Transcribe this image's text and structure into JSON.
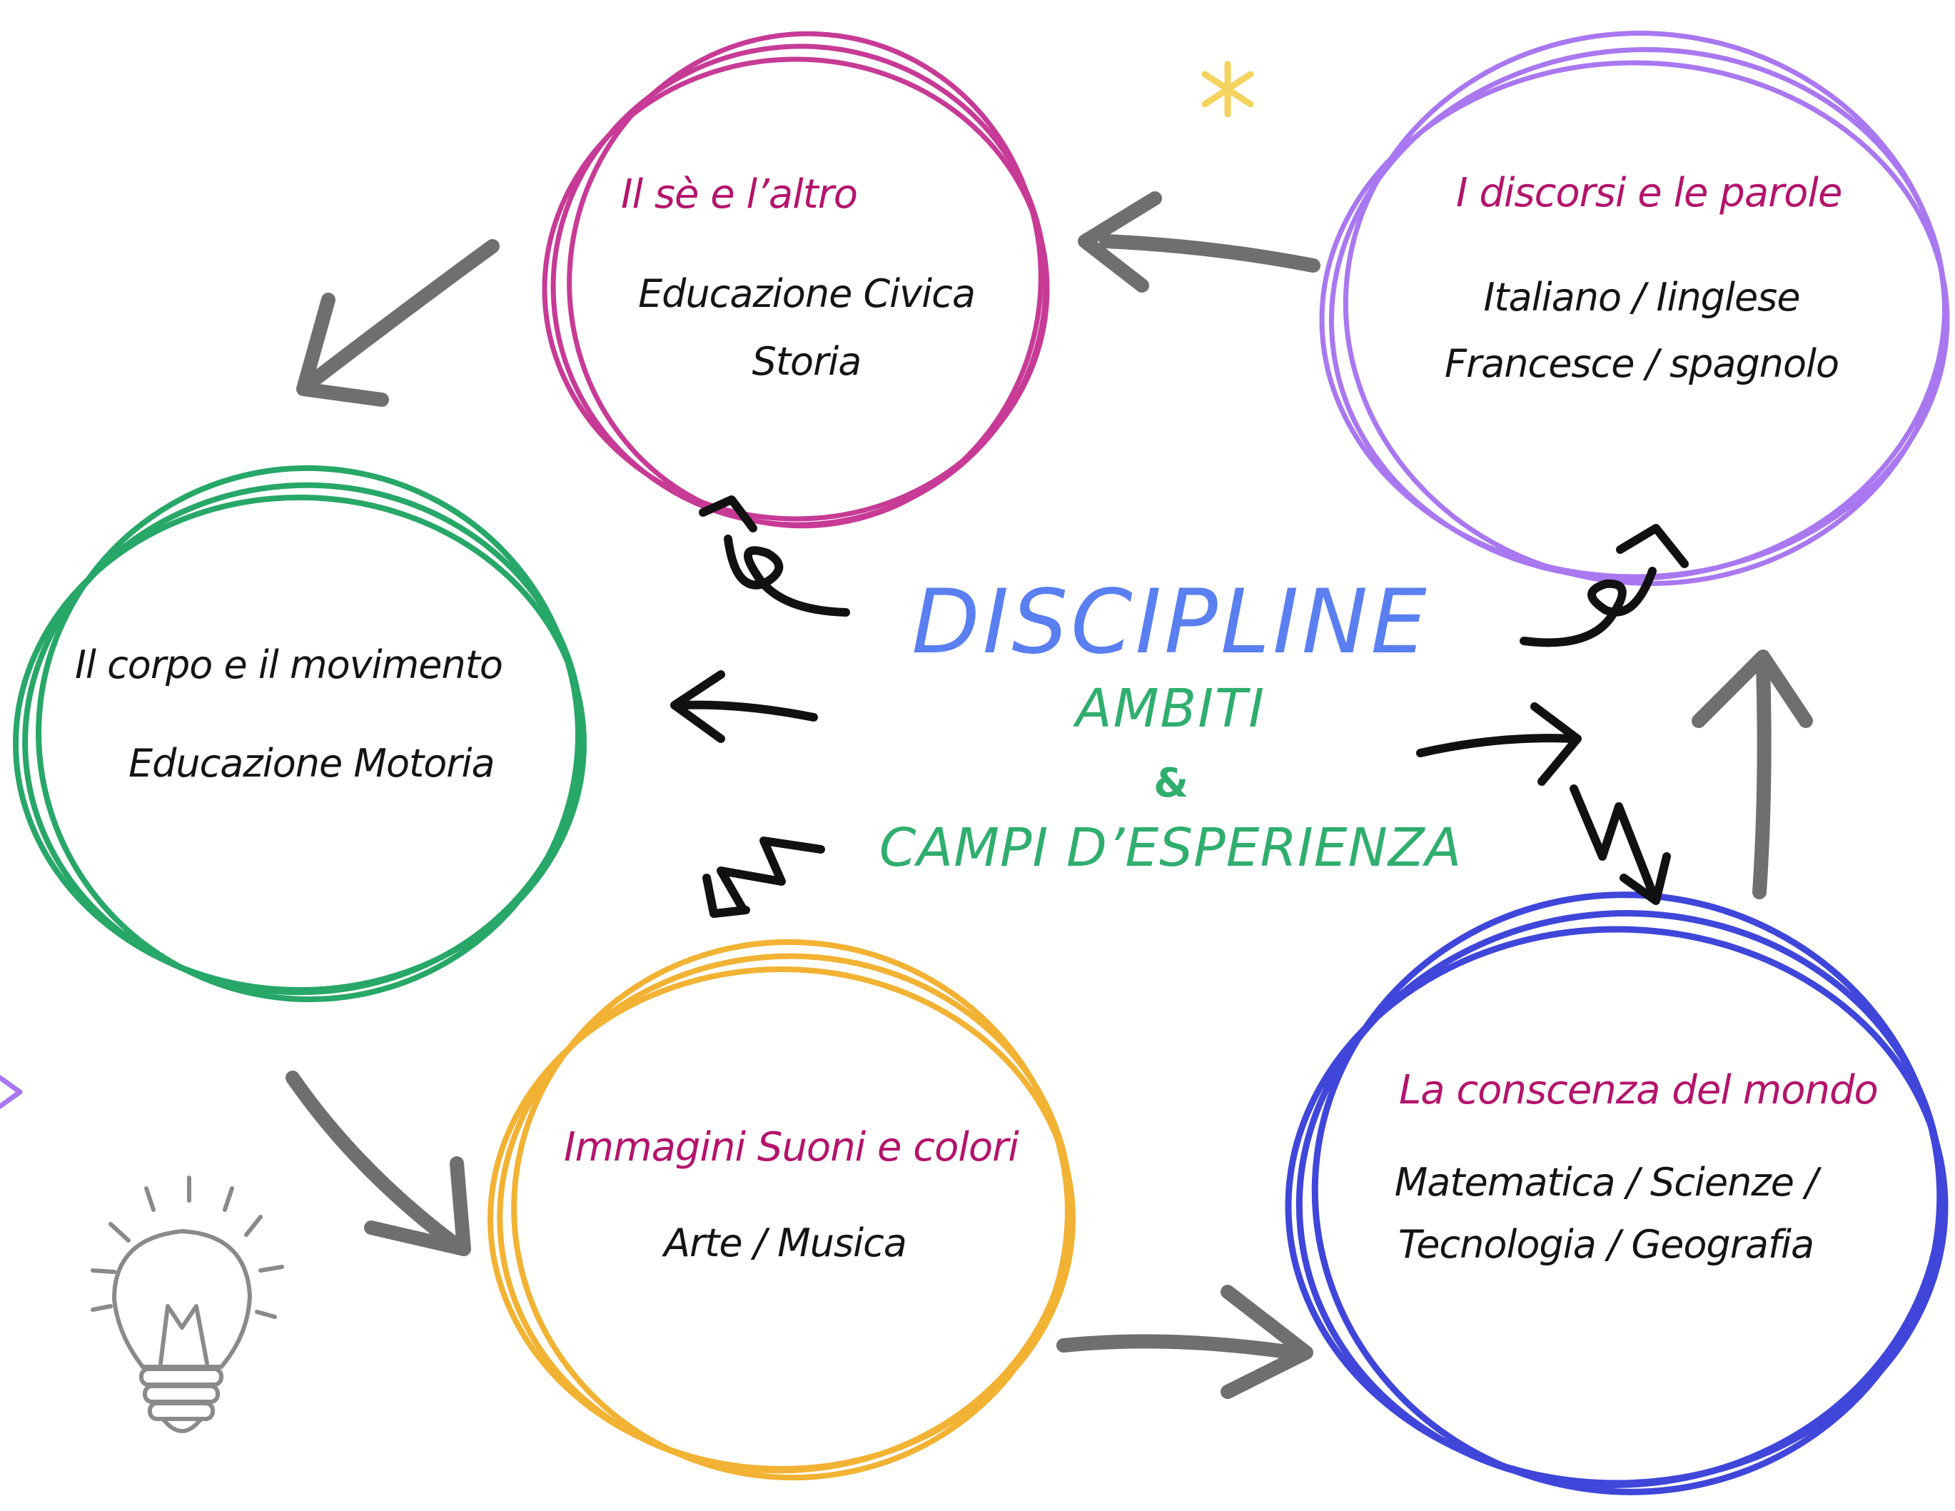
{
  "colors": {
    "pink": "#c73a96",
    "violet": "#a978f0",
    "green": "#27a768",
    "yellow": "#f2b233",
    "blue": "#3f46d9",
    "title_text": "#b3146c",
    "body_text": "#141414",
    "center_title": "#5a7ff0",
    "center_sub": "#2fae6e",
    "arrow_gray": "#6f6f6f",
    "arrow_black": "#111111"
  },
  "center": {
    "title": "DISCIPLINE",
    "line1": "AMBITI",
    "amp": "&",
    "line2": "CAMPI D’ESPERIENZA"
  },
  "circles": [
    {
      "id": "se-altro",
      "color": "pink",
      "title": "Il sè e l’altro",
      "lines": [
        "Educazione Civica",
        "Storia"
      ]
    },
    {
      "id": "discorsi",
      "color": "violet",
      "title": "I discorsi e le parole",
      "lines": [
        "Italiano / Iinglese",
        "Francesce / spagnolo"
      ]
    },
    {
      "id": "corpo",
      "color": "green",
      "title": "Il corpo e il movimento",
      "lines": [
        "Educazione Motoria"
      ]
    },
    {
      "id": "immagini",
      "color": "yellow",
      "title": "Immagini Suoni e colori",
      "lines": [
        "Arte / Musica"
      ]
    },
    {
      "id": "conoscenza",
      "color": "blue",
      "title": "La conscenza del mondo",
      "lines": [
        "Matematica / Scienze /",
        "Tecnologia / Geografia"
      ]
    }
  ],
  "decorations": [
    "star-icon",
    "lightbulb-icon",
    "spark-icon"
  ]
}
